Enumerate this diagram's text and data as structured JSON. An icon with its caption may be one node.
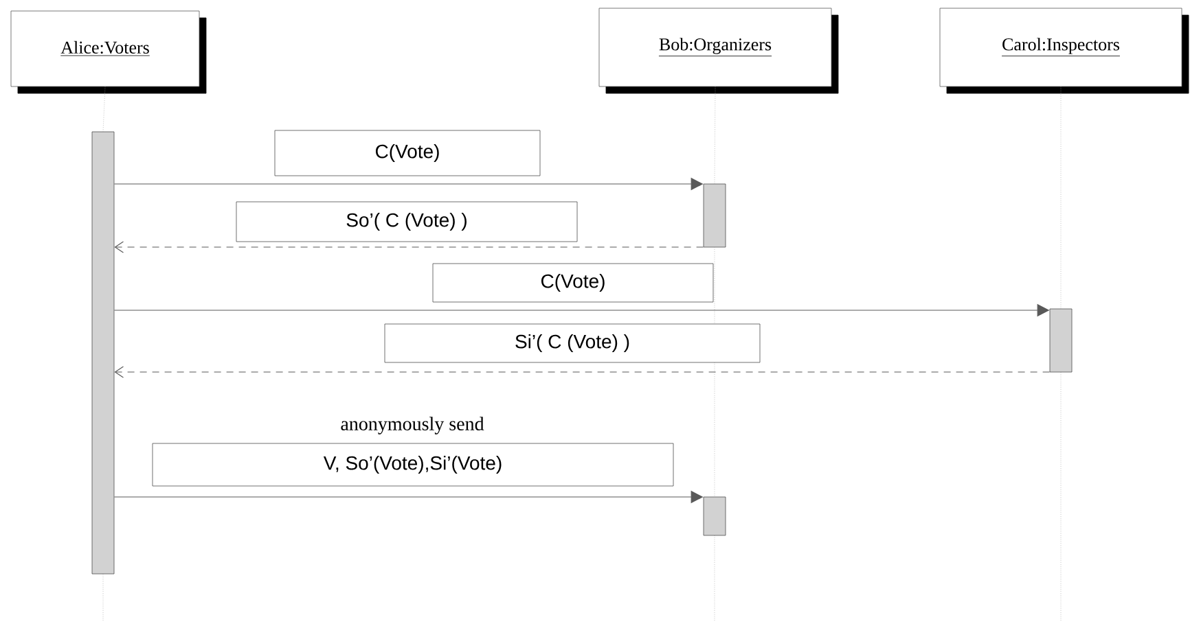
{
  "diagram": {
    "nodes": [
      {
        "text": [
          "Alice:Voters"
        ]
      },
      {
        "text": [
          "Bob:Organizers"
        ]
      },
      {
        "text": [
          "Carol:Inspectors"
        ]
      },
      {
        "text": [],
        "shape": "bar"
      },
      {
        "text": [],
        "shape": "bar"
      },
      {
        "text": [],
        "shape": "bar"
      },
      {
        "text": [],
        "shape": "bar"
      }
    ],
    "edges": [
      {
        "from": 0,
        "to": 3,
        "arrow": "none",
        "style": "dashed"
      },
      {
        "from": 1,
        "to": 4,
        "arrow": "none",
        "style": "dashed"
      },
      {
        "from": 4,
        "to": 6,
        "arrow": "none",
        "style": "dashed"
      },
      {
        "from": 2,
        "to": 5,
        "arrow": "none",
        "style": "dashed"
      },
      {
        "from": 3,
        "to": 4,
        "arrow": "to",
        "label": "C(Vote)"
      },
      {
        "from": 4,
        "to": 3,
        "arrow": "to",
        "label": "So’( C (Vote) )",
        "style": "dashed"
      },
      {
        "from": 3,
        "to": 5,
        "arrow": "to",
        "label": "C(Vote)"
      },
      {
        "from": 5,
        "to": 3,
        "arrow": "to",
        "label": "Si’( C (Vote) )",
        "style": "dashed"
      },
      {
        "from": 3,
        "to": 6,
        "arrow": "to",
        "label": "V, So’(Vote),Si’(Vote)"
      }
    ],
    "labels": [
      "anonymously send"
    ]
  }
}
